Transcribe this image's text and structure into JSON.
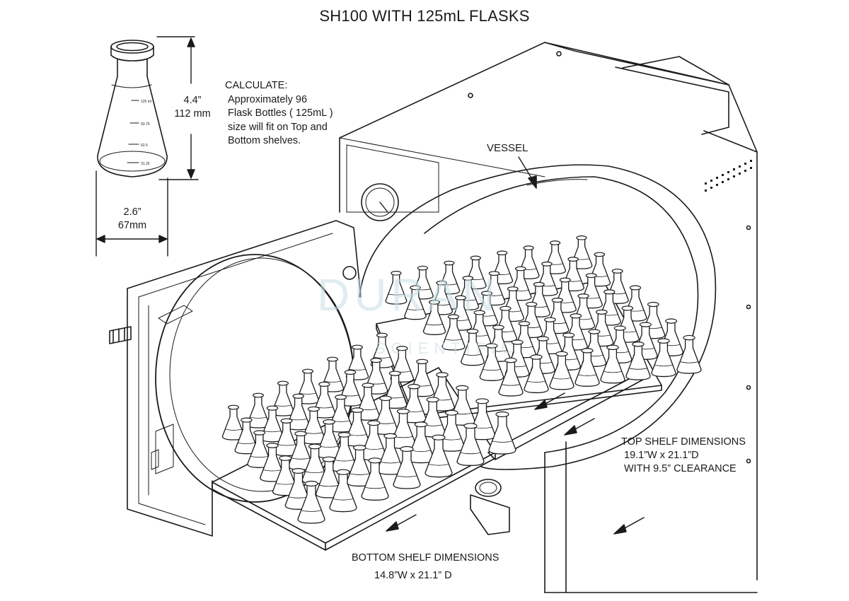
{
  "title": "SH100 WITH 125mL  FLASKS",
  "flask_height": {
    "imperial": "4.4”",
    "metric": "112 mm"
  },
  "flask_width": {
    "imperial": "2.6”",
    "metric": "67mm"
  },
  "calculate": {
    "heading": "CALCULATE:",
    "lines": [
      "Approximately  96",
      "Flask Bottles ( 125mL )",
      "size will fit on Top and",
      "Bottom shelves."
    ]
  },
  "vessel_label": "VESSEL",
  "top_shelf": {
    "heading": "TOP SHELF DIMENSIONS",
    "size": "19.1”W x 21.1”D",
    "clearance": "WITH 9.5” CLEARANCE"
  },
  "bottom_shelf": {
    "heading": "BOTTOM SHELF DIMENSIONS",
    "size": "14.8”W x 21.1” D"
  },
  "flask_graduations": [
    "125 ml",
    "93.75",
    "62.5",
    "31.25"
  ],
  "watermark": {
    "main": "DURAN",
    "sub": "SCIENTIFIC"
  },
  "colors": {
    "line": "#1a1a1a",
    "watermark": "#bcdde3"
  }
}
